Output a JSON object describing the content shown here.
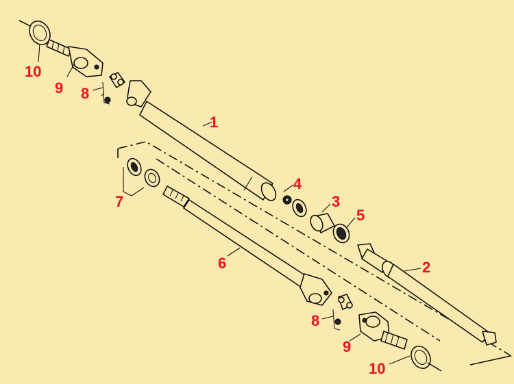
{
  "labels": {
    "l1": "1",
    "l2": "2",
    "l3": "3",
    "l4": "4",
    "l5": "5",
    "l6": "6",
    "l7": "7",
    "l8a": "8",
    "l8b": "8",
    "l9a": "9",
    "l9b": "9",
    "l10a": "10",
    "l10b": "10"
  },
  "colors": {
    "background": "#fbeab0",
    "label": "#e8141c",
    "line": "#111111"
  }
}
